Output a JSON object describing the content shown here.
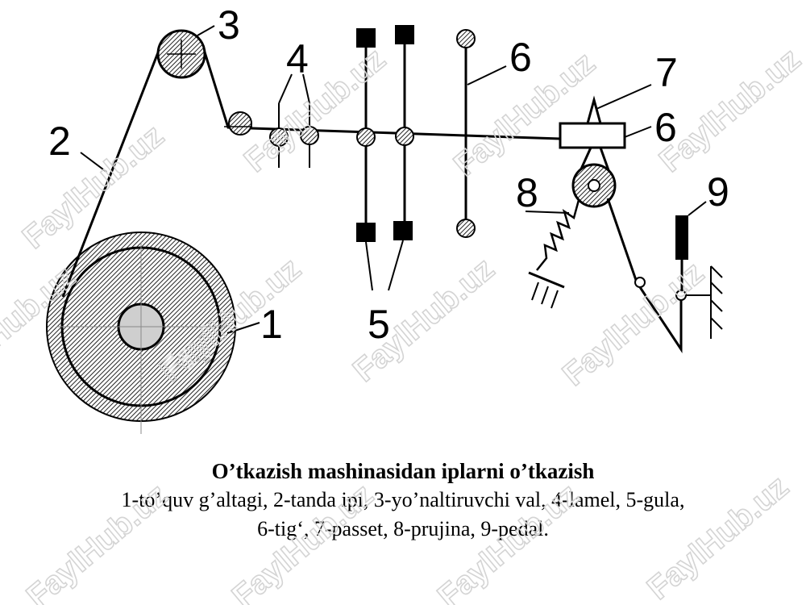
{
  "labels": {
    "n1": "1",
    "n2": "2",
    "n3": "3",
    "n4": "4",
    "n5": "5",
    "n6a": "6",
    "n6b": "6",
    "n7": "7",
    "n8": "8",
    "n9": "9"
  },
  "caption": {
    "title": "O’tkazish mashinasidan iplarni o’tkazish",
    "line1": "1-to’quv g’altagi, 2-tanda ipi, 3-yo’naltiruvchi val, 4-lamel, 5-gula,",
    "line2": "6-tig‘, 7-passet, 8-prujina,  9-pedal."
  },
  "watermark": {
    "text": "FaylHub.uz"
  }
}
